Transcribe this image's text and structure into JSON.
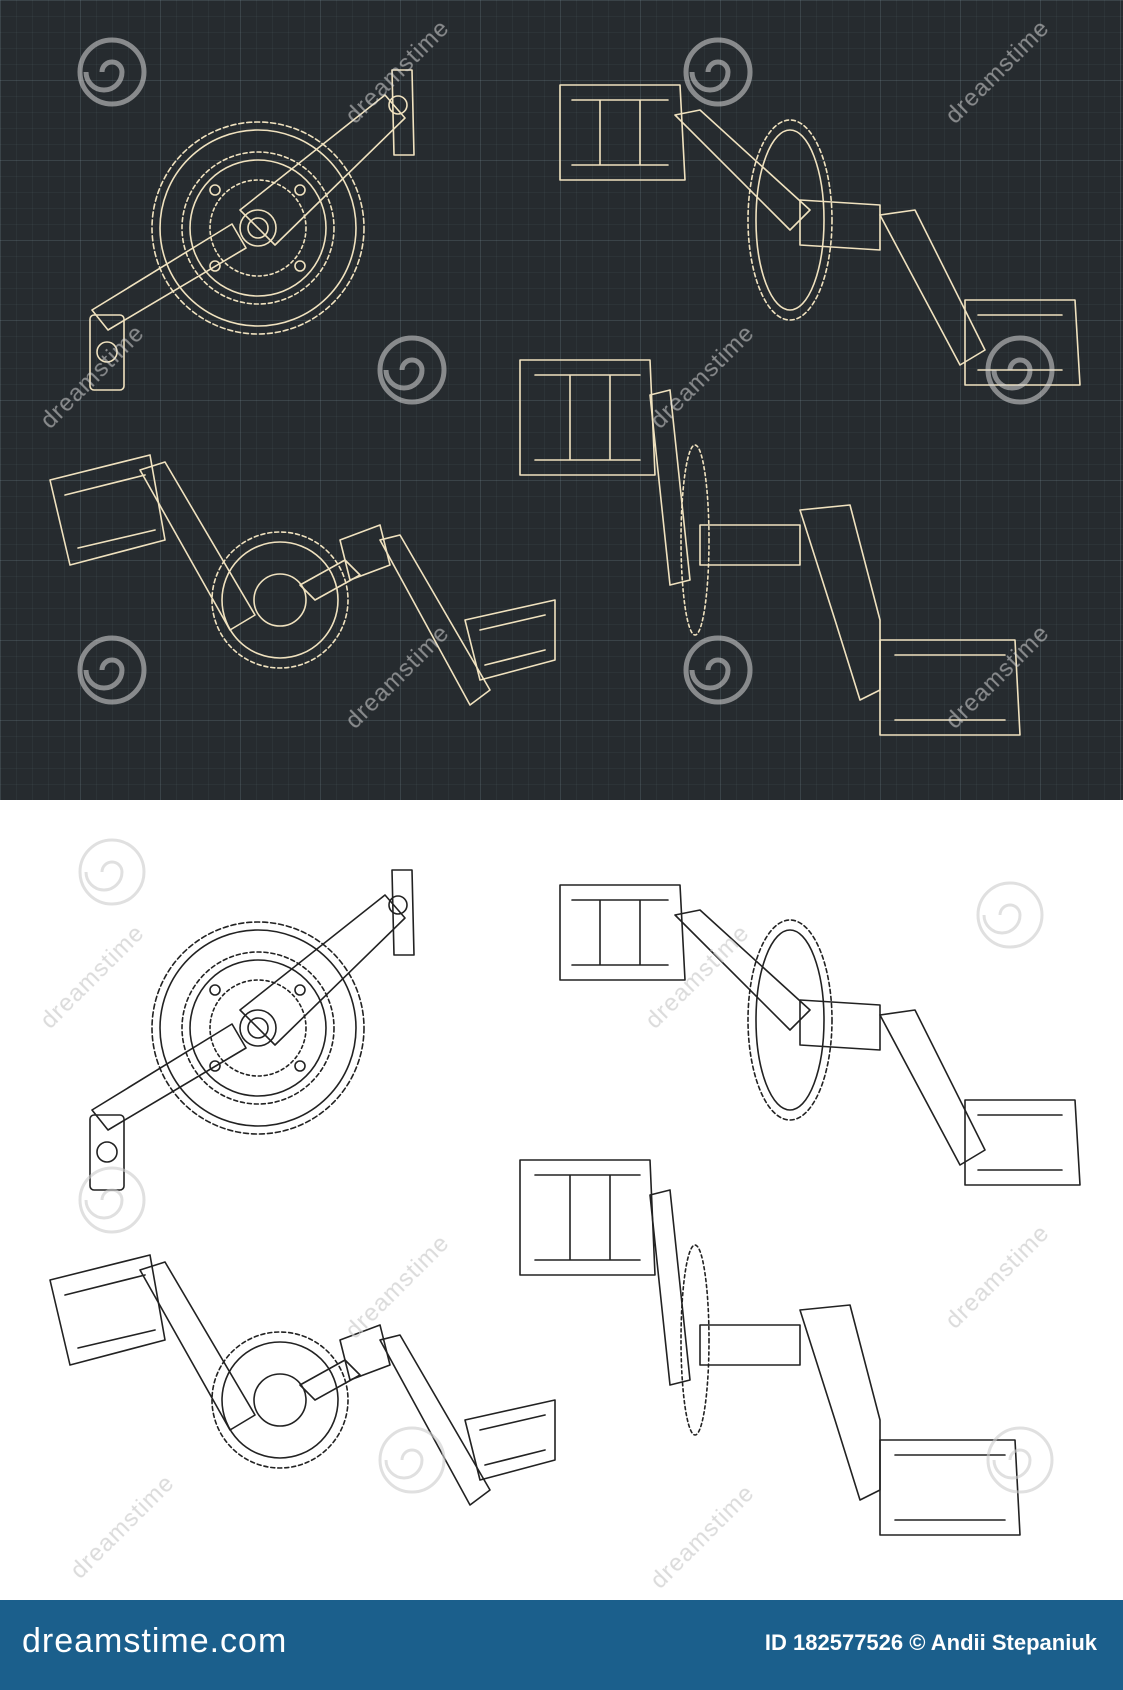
{
  "watermark": {
    "text": "dreamstime"
  },
  "footer": {
    "logo_text": "dreamstime.com",
    "credit_text": "ID 182577526 © Andii Stepaniuk",
    "background_color": "#1b5f8c"
  },
  "colors": {
    "dark_background": "#262b2f",
    "blueprint_line": "#f0e2bf",
    "light_background": "#ffffff",
    "light_line": "#222222"
  },
  "panels": [
    "dark-blueprint-panel",
    "light-line-art-panel"
  ]
}
